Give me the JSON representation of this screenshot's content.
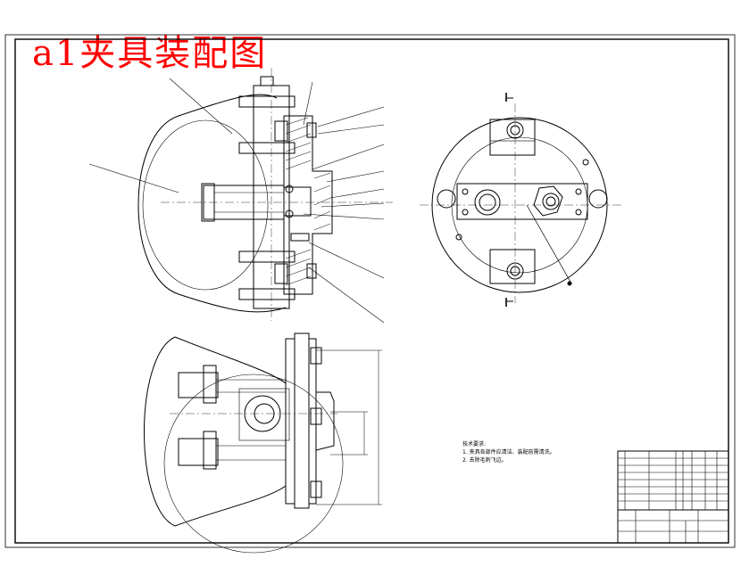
{
  "drawing": {
    "title": "a1夹具装配图",
    "title_color": "#ff0000",
    "line_color": "#000000",
    "paper_color": "#ffffff"
  },
  "tech_notes": {
    "heading": "技术要求:",
    "items": [
      "1. 夹具各部件应清洁、装配前需清洗。",
      "2. 去除毛刺飞边。"
    ]
  }
}
